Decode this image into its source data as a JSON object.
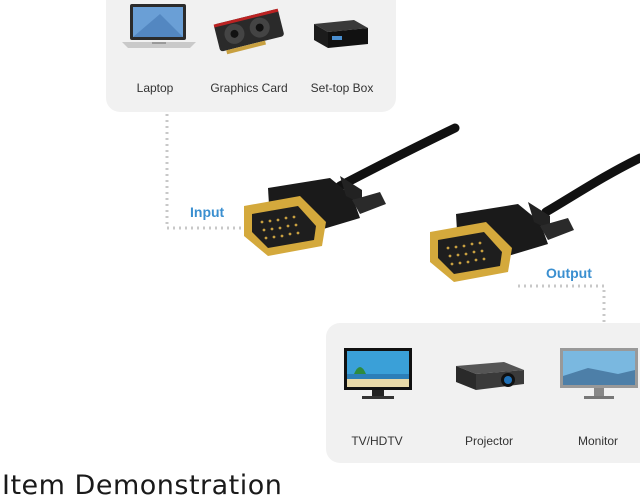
{
  "sources": {
    "items": [
      {
        "label": "Laptop",
        "icon": "laptop-icon"
      },
      {
        "label": "Graphics Card",
        "icon": "graphics-card-icon"
      },
      {
        "label": "Set-top Box",
        "icon": "set-top-box-icon"
      }
    ]
  },
  "displays": {
    "items": [
      {
        "label": "TV/HDTV",
        "icon": "tv-icon"
      },
      {
        "label": "Projector",
        "icon": "projector-icon"
      },
      {
        "label": "Monitor",
        "icon": "monitor-icon"
      }
    ]
  },
  "ports": {
    "input_label": "Input",
    "output_label": "Output"
  },
  "caption": "Item Demonstration",
  "colors": {
    "panel": "#f1f1f1",
    "accent": "#3a8fd0",
    "cable": "#1a1a1a",
    "connector_gold": "#d4a93c"
  }
}
